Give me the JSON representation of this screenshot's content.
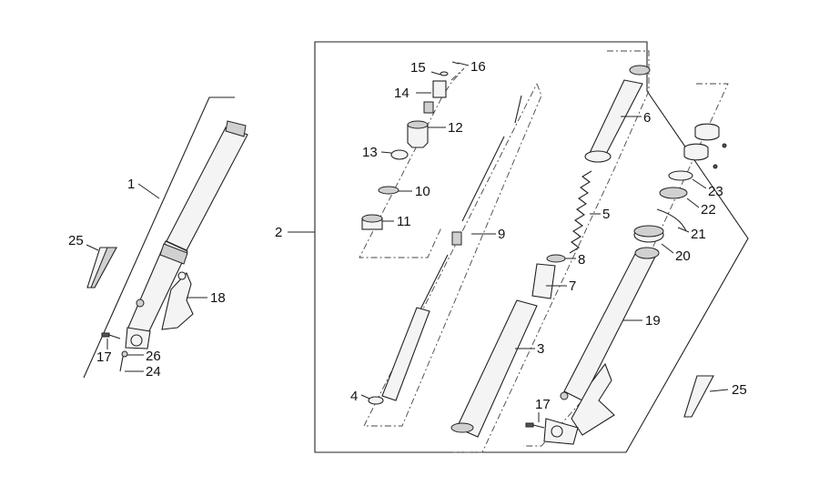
{
  "labels": {
    "l1": "1",
    "l2": "2",
    "l3": "3",
    "l4": "4",
    "l5": "5",
    "l6": "6",
    "l7": "7",
    "l8": "8",
    "l9": "9",
    "l10": "10",
    "l11": "11",
    "l12": "12",
    "l13": "13",
    "l14": "14",
    "l15": "15",
    "l16": "16",
    "l17a": "17",
    "l17b": "17",
    "l18": "18",
    "l19": "19",
    "l20": "20",
    "l21": "21",
    "l22": "22",
    "l23": "23",
    "l24": "24",
    "l25a": "25",
    "l25b": "25",
    "l26": "26"
  }
}
